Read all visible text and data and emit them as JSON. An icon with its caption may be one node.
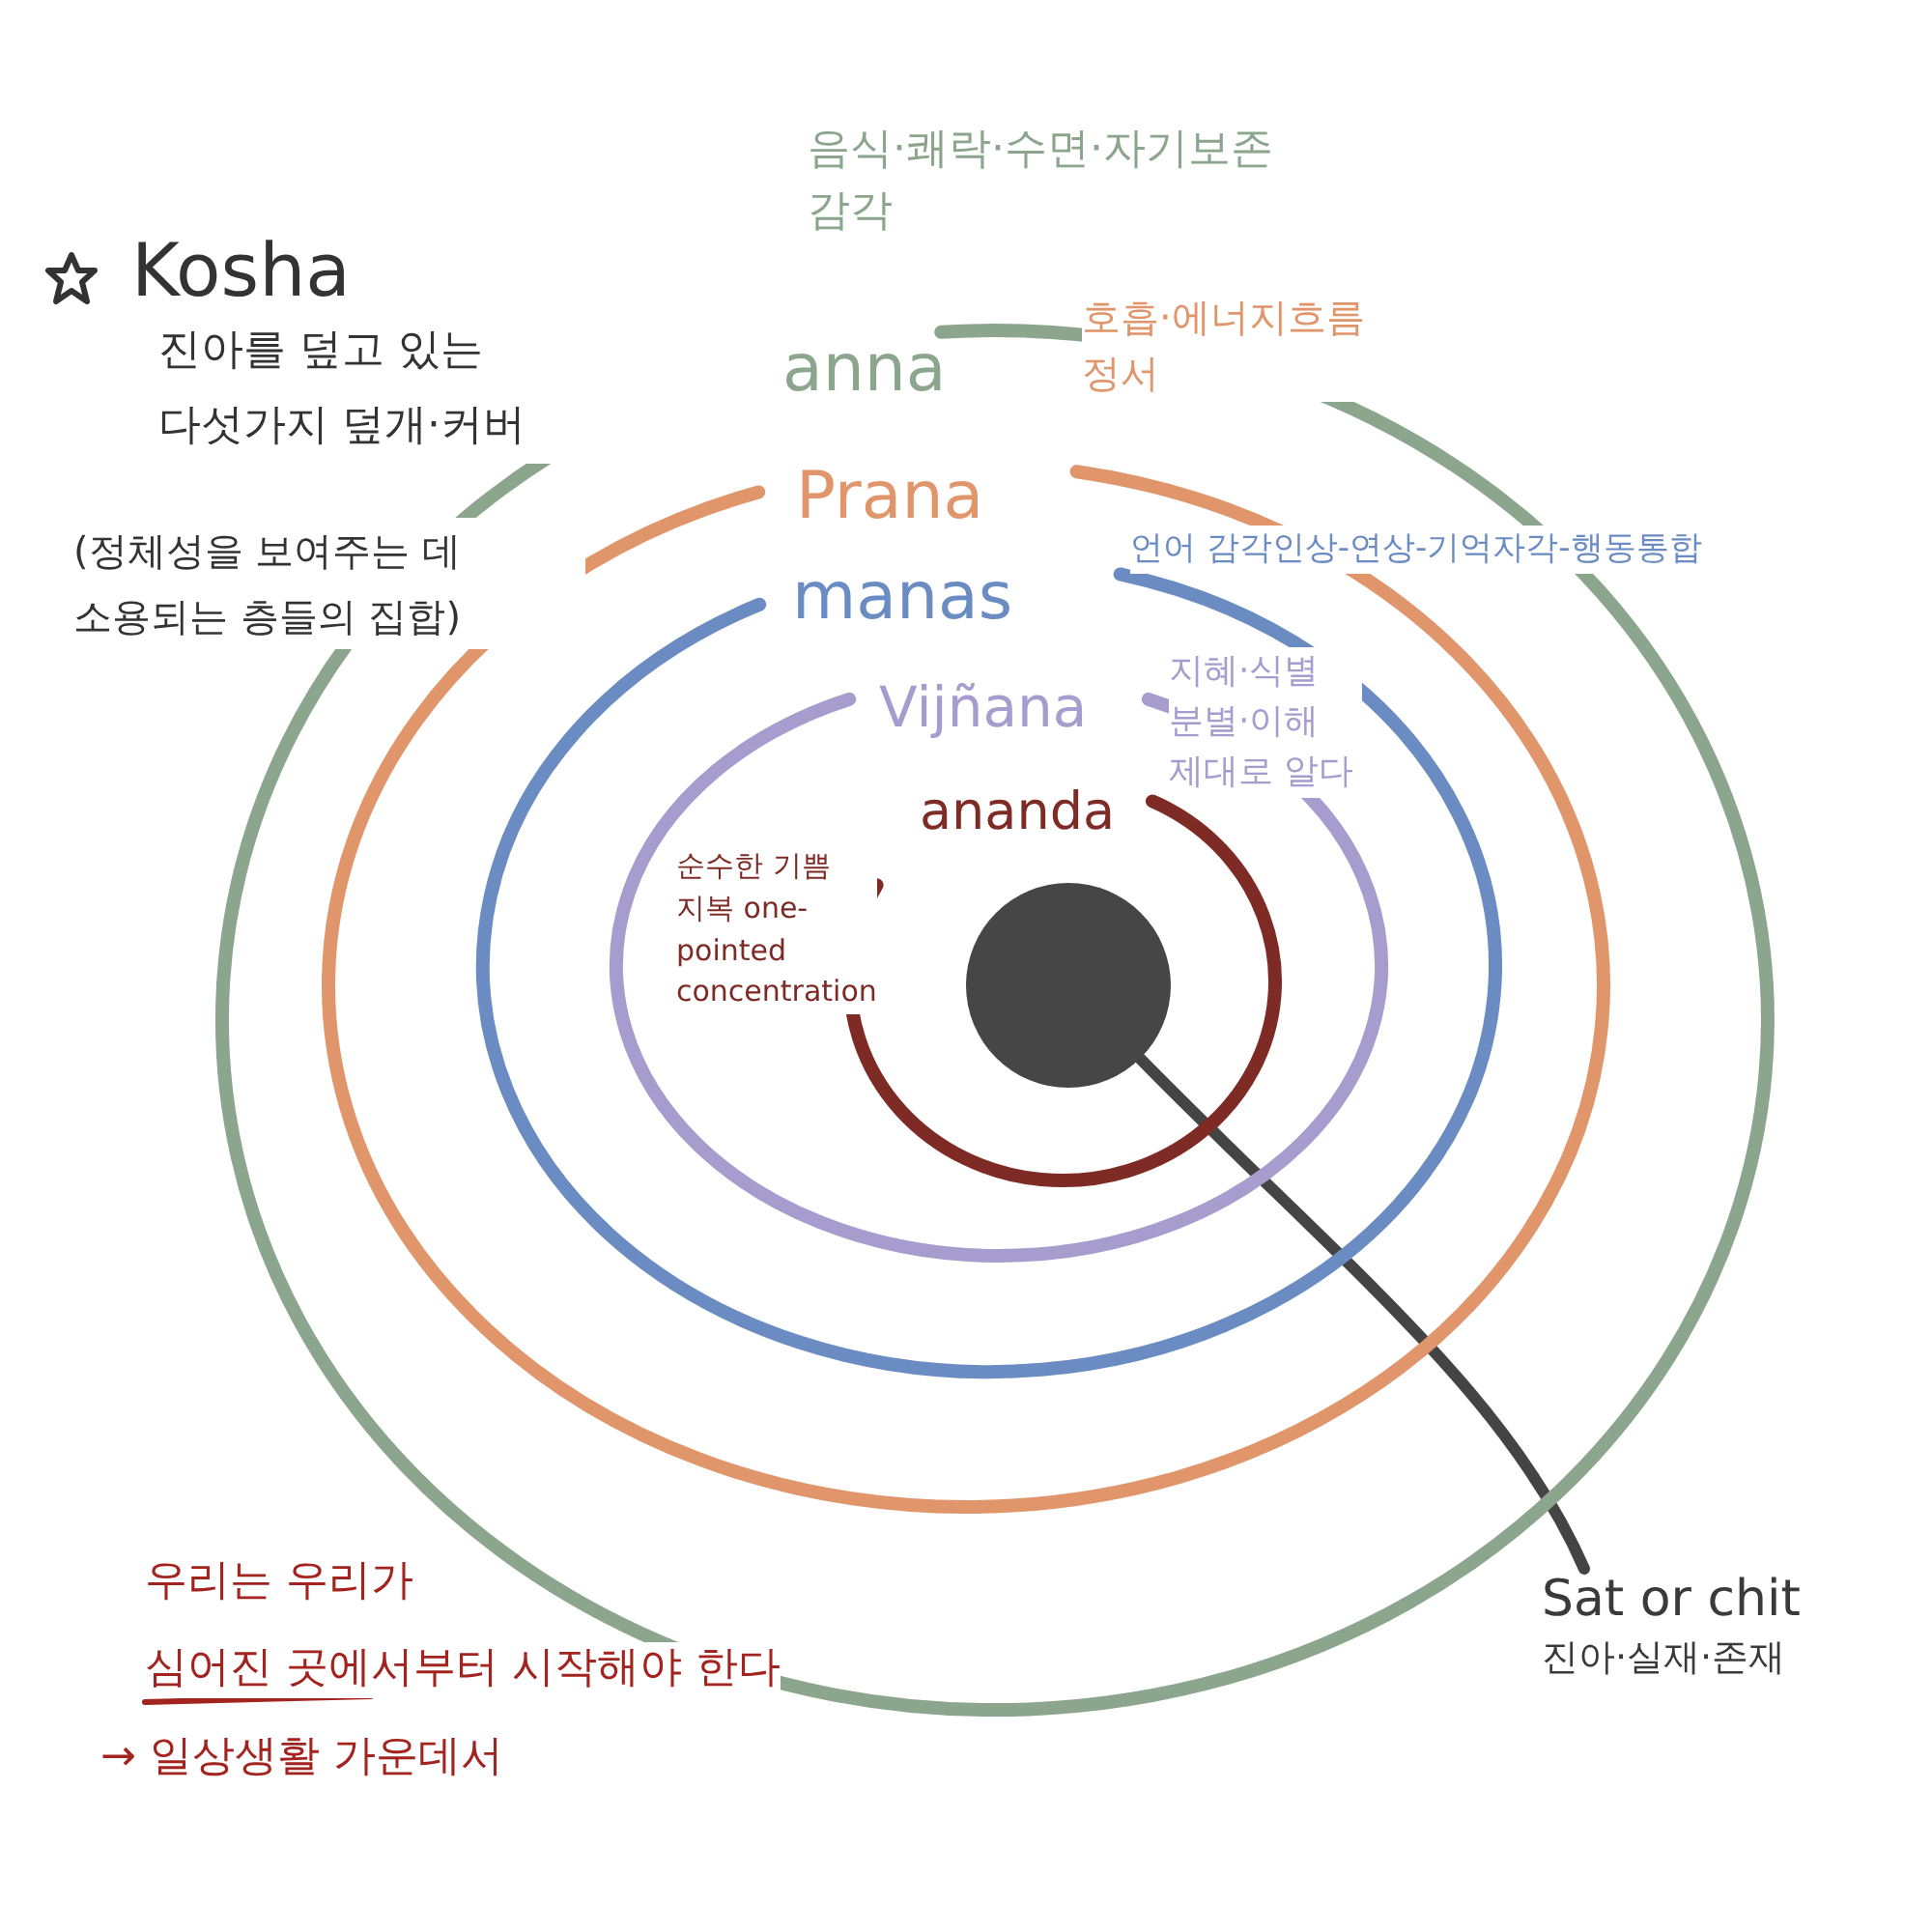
{
  "diagram": {
    "title": "Kosha",
    "nodes": [
      {
        "text": [
          "anna"
        ],
        "beside": [
          "음식·쾌락·수면·자기보존 감각"
        ]
      },
      {
        "text": [
          "Prana"
        ],
        "beside": [
          "호흡·에너지흐름 정서"
        ],
        "in": 0
      },
      {
        "text": [
          "manas"
        ],
        "beside": [
          "언어 감각인상-연상-기억자각-행동통합"
        ],
        "in": 1
      },
      {
        "text": [
          "Vijñana"
        ],
        "beside": [
          "지혜·식별 분별·이해 제대로 알다"
        ],
        "in": 2
      },
      {
        "text": [
          "ananda"
        ],
        "beside": [
          "순수한 기쁨 지복 one-pointed concentration"
        ],
        "in": 3
      },
      {
        "text": [],
        "shape": "circle",
        "in": 4
      },
      {
        "text": [
          "Sat or chit",
          "진아·실재·존재"
        ]
      }
    ],
    "edges": [
      {
        "from": 6,
        "to": 5,
        "arrow": "none"
      }
    ],
    "labels": [
      "진아를 덮고 있는 다섯가지 덮개·커버",
      "(정체성을 보여주는 데 소용되는 층들의 집합)",
      "우리는 우리가",
      "심어진 곳에서부터 시작해야 한다",
      "→ 일상생활 가운데서"
    ]
  }
}
